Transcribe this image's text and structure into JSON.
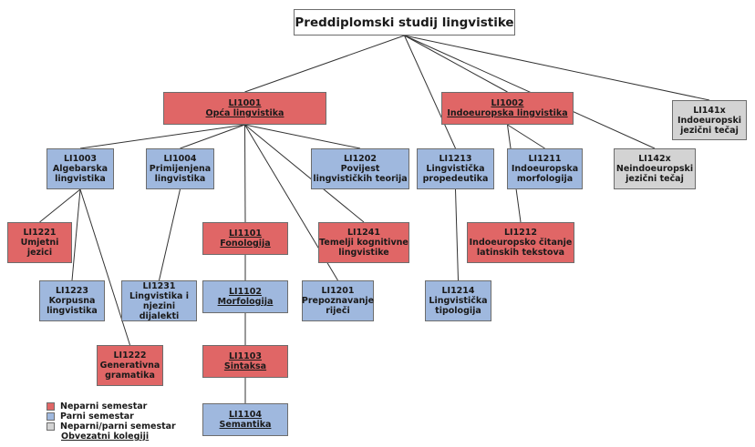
{
  "title": "Preddiplomski studij lingvistike",
  "colors": {
    "odd": "#e06666",
    "even": "#9fb8de",
    "both": "#d3d3d3"
  },
  "nodes": {
    "li1001": {
      "code": "LI1001",
      "name": "Opća lingvistika",
      "mandatory": true,
      "semester": "odd"
    },
    "li1002": {
      "code": "LI1002",
      "name": "Indoeuropska lingvistika",
      "mandatory": true,
      "semester": "odd"
    },
    "li141x": {
      "code": "LI141x",
      "name": "Indoeuropski jezični tečaj",
      "mandatory": false,
      "semester": "both"
    },
    "li1003": {
      "code": "LI1003",
      "name": "Algebarska lingvistika",
      "mandatory": false,
      "semester": "even"
    },
    "li1004": {
      "code": "LI1004",
      "name": "Primijenjena lingvistika",
      "mandatory": false,
      "semester": "even"
    },
    "li1202": {
      "code": "LI1202",
      "name": "Povijest lingvističkih teorija",
      "mandatory": false,
      "semester": "even"
    },
    "li1213": {
      "code": "LI1213",
      "name": "Lingvistička propedeutika",
      "mandatory": false,
      "semester": "even"
    },
    "li1211": {
      "code": "LI1211",
      "name": "Indoeuropska morfologija",
      "mandatory": false,
      "semester": "even"
    },
    "li142x": {
      "code": "LI142x",
      "name": "Neindoeuropski jezični tečaj",
      "mandatory": false,
      "semester": "both"
    },
    "li1221": {
      "code": "LI1221",
      "name": "Umjetni jezici",
      "mandatory": false,
      "semester": "odd"
    },
    "li1101": {
      "code": "LI1101",
      "name": "Fonologija",
      "mandatory": true,
      "semester": "odd"
    },
    "li1241": {
      "code": "LI1241",
      "name": "Temelji kognitivne lingvistike",
      "mandatory": false,
      "semester": "odd"
    },
    "li1212": {
      "code": "LI1212",
      "name": "Indoeuropsko čitanje latinskih tekstova",
      "mandatory": false,
      "semester": "odd"
    },
    "li1223": {
      "code": "LI1223",
      "name": "Korpusna lingvistika",
      "mandatory": false,
      "semester": "even"
    },
    "li1231": {
      "code": "LI1231",
      "name": "Lingvistika i njezini dijalekti",
      "mandatory": false,
      "semester": "even"
    },
    "li1102": {
      "code": "LI1102",
      "name": "Morfologija",
      "mandatory": true,
      "semester": "even"
    },
    "li1201": {
      "code": "LI1201",
      "name": "Prepoznavanje riječi",
      "mandatory": false,
      "semester": "even"
    },
    "li1214": {
      "code": "LI1214",
      "name": "Lingvistička tipologija",
      "mandatory": false,
      "semester": "even"
    },
    "li1222": {
      "code": "LI1222",
      "name": "Generativna gramatika",
      "mandatory": false,
      "semester": "odd"
    },
    "li1103": {
      "code": "LI1103",
      "name": "Sintaksa",
      "mandatory": true,
      "semester": "odd"
    },
    "li1104": {
      "code": "LI1104",
      "name": "Semantika",
      "mandatory": true,
      "semester": "even"
    }
  },
  "edges": [
    [
      "title",
      "li1001"
    ],
    [
      "title",
      "li1213"
    ],
    [
      "title",
      "li1002"
    ],
    [
      "title",
      "li141x"
    ],
    [
      "title",
      "li142x"
    ],
    [
      "li1001",
      "li1003"
    ],
    [
      "li1001",
      "li1004"
    ],
    [
      "li1001",
      "li1202"
    ],
    [
      "li1001",
      "li1101"
    ],
    [
      "li1001",
      "li1241"
    ],
    [
      "li1001",
      "li1201"
    ],
    [
      "li1003",
      "li1221"
    ],
    [
      "li1003",
      "li1223"
    ],
    [
      "li1003",
      "li1222"
    ],
    [
      "li1004",
      "li1231"
    ],
    [
      "li1101",
      "li1102"
    ],
    [
      "li1102",
      "li1103"
    ],
    [
      "li1103",
      "li1104"
    ],
    [
      "li1002",
      "li1211"
    ],
    [
      "li1002",
      "li1212"
    ],
    [
      "li1213",
      "li1214"
    ]
  ],
  "legend": {
    "odd": "Neparni semestar",
    "even": "Parni semestar",
    "both": "Neparni/parni semestar",
    "mandatory": "Obvezatni kolegiji"
  }
}
